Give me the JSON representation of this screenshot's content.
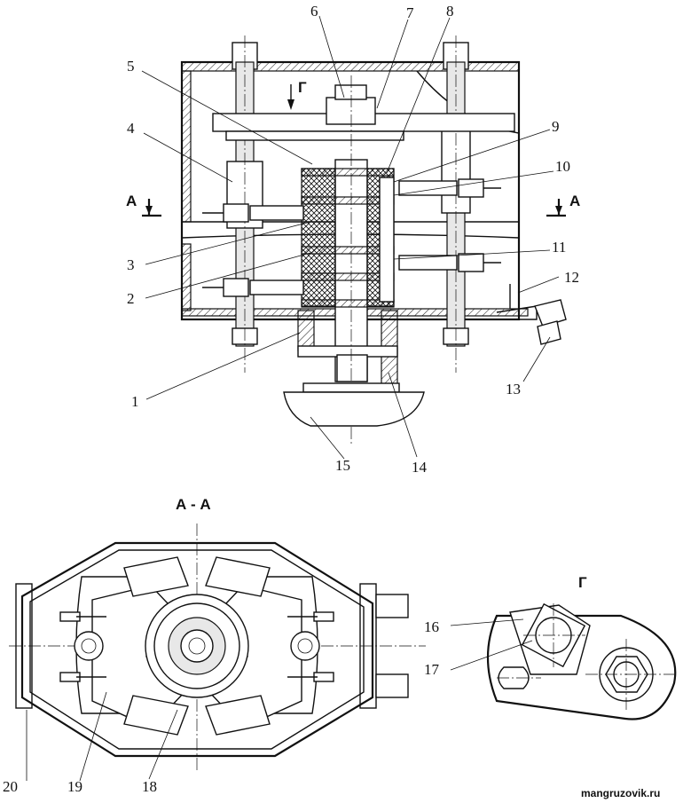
{
  "section_label": "А - А",
  "view_label": "Г",
  "cut_marks": [
    "А",
    "А"
  ],
  "watermark": "mangruzovik.ru",
  "callouts": [
    "1",
    "2",
    "3",
    "4",
    "5",
    "6",
    "7",
    "8",
    "9",
    "10",
    "11",
    "12",
    "13",
    "14",
    "15",
    "16",
    "17",
    "18",
    "19",
    "20"
  ]
}
